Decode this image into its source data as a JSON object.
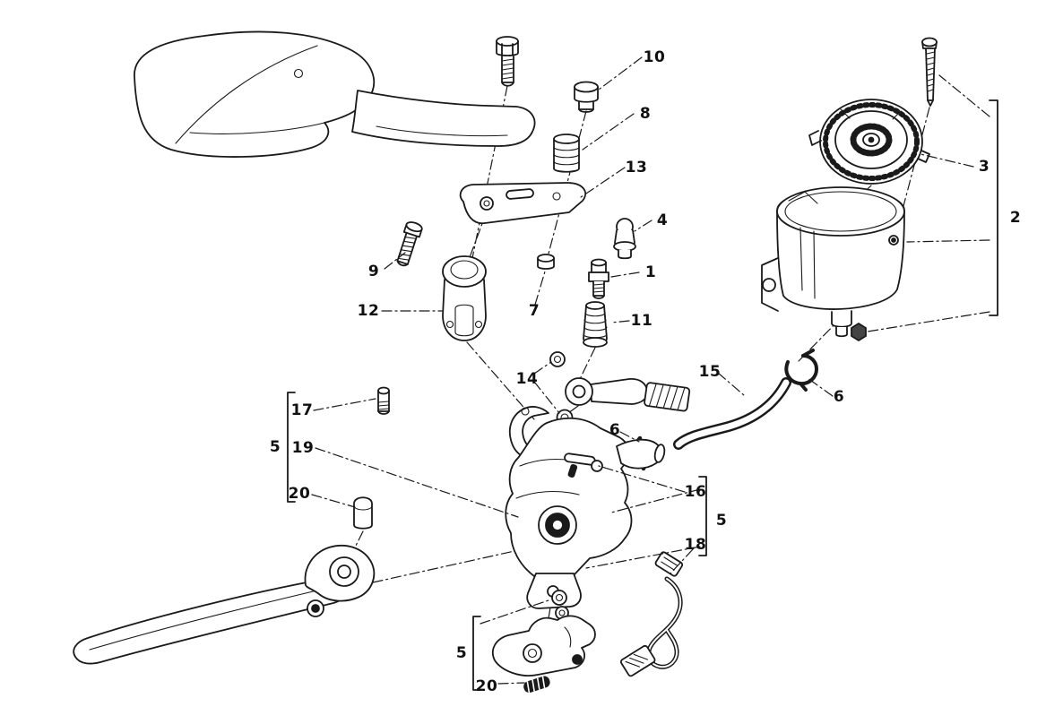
{
  "page": {
    "background": "#ffffff",
    "ink": "#1a1a1a"
  },
  "diagram": {
    "kind": "exploded-parts-diagram",
    "callouts": [
      {
        "id": "c0",
        "label": "10"
      },
      {
        "id": "c1",
        "label": "8"
      },
      {
        "id": "c2",
        "label": "13"
      },
      {
        "id": "c3",
        "label": "4"
      },
      {
        "id": "c4",
        "label": "1"
      },
      {
        "id": "c5",
        "label": "11"
      },
      {
        "id": "c6",
        "label": "3"
      },
      {
        "id": "c7",
        "label": "2"
      },
      {
        "id": "c8",
        "label": "9"
      },
      {
        "id": "c9",
        "label": "12"
      },
      {
        "id": "c10",
        "label": "7"
      },
      {
        "id": "c11",
        "label": "14"
      },
      {
        "id": "c12",
        "label": "15"
      },
      {
        "id": "c13",
        "label": "6"
      },
      {
        "id": "c14",
        "label": "6"
      },
      {
        "id": "c15",
        "label": "16"
      },
      {
        "id": "c16",
        "label": "17"
      },
      {
        "id": "c17",
        "label": "5"
      },
      {
        "id": "c18",
        "label": "19"
      },
      {
        "id": "c19",
        "label": "20"
      },
      {
        "id": "c20",
        "label": "5"
      },
      {
        "id": "c21",
        "label": "18"
      },
      {
        "id": "c22",
        "label": "5"
      },
      {
        "id": "c23",
        "label": "20"
      }
    ]
  }
}
